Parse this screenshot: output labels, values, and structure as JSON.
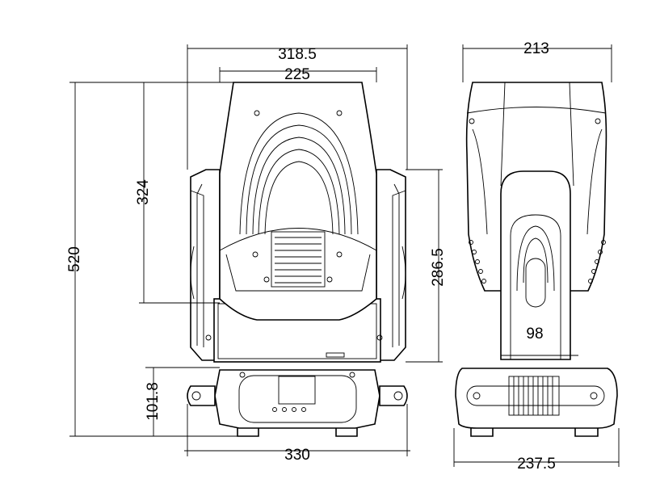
{
  "dimensions": {
    "front_overall_width": "318.5",
    "front_head_width": "225",
    "front_head_height": "324",
    "front_total_height": "520",
    "front_arm_height": "286.5",
    "front_base_height": "101.8",
    "front_base_width": "330",
    "side_head_width": "213",
    "side_yoke_width": "98",
    "side_base_width": "237.5"
  }
}
